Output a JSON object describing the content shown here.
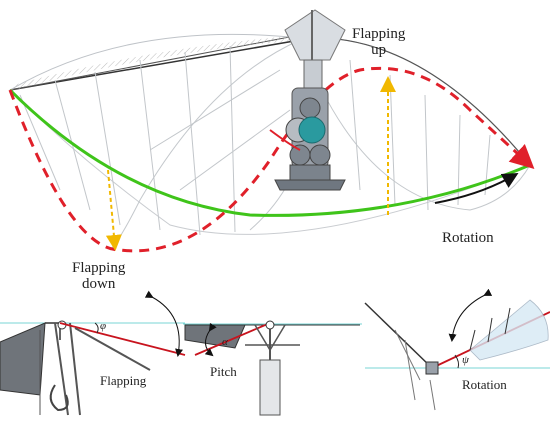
{
  "labels": {
    "flapping_up": [
      "Flapping",
      "up"
    ],
    "flapping_down": [
      "Flapping",
      "down"
    ],
    "rotation_top": "Rotation",
    "panel_flapping": "Flapping",
    "panel_pitch": "Pitch",
    "panel_rotation": "Rotation",
    "angle_phi": "φ",
    "angle_alpha": "α",
    "angle_psi": "ψ"
  },
  "colors": {
    "dashed_trajectory": "#e0202a",
    "green_path": "#3fc41a",
    "yellow_arrow": "#f1b800",
    "reference_line": "#7ad6d6",
    "wing_red_line": "#c8141e",
    "gray_structure": "#8a8f96"
  }
}
